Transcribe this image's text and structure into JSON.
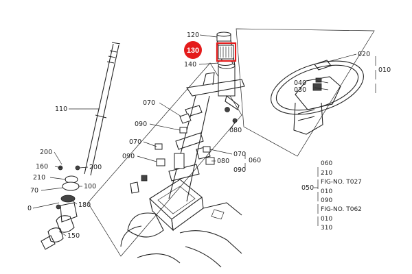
{
  "highlight": {
    "label": "130",
    "color": "#e41b1b"
  },
  "callouts": {
    "c120": "120",
    "c140": "140",
    "c020": "020",
    "c010": "010",
    "c040": "040",
    "c030": "030",
    "c110": "110",
    "c070a": "070",
    "c090a": "090",
    "c070b": "070",
    "c090b": "090",
    "c080a": "080",
    "c070c": "070",
    "c080b": "080",
    "c060": "060",
    "c090c": "090",
    "c200a": "200",
    "c160": "160",
    "c200b": "200",
    "c210": "210",
    "c100": "100",
    "c70": "70",
    "c0": "0",
    "c180": "180",
    "c150": "150"
  },
  "reference_list": {
    "group_label": "050",
    "rows": [
      "060",
      "210",
      "FIG-NO. T027",
      "010",
      "090",
      "FIG-NO. T062",
      "010",
      "310"
    ]
  }
}
